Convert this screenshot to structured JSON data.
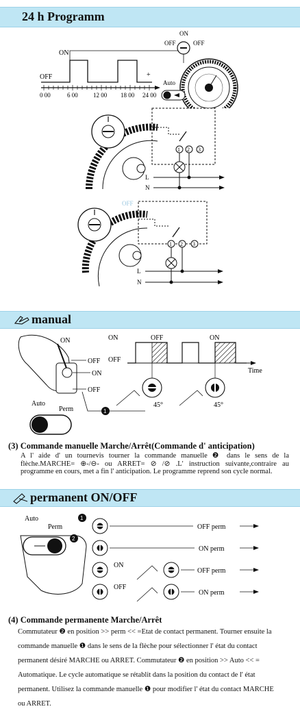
{
  "section1": {
    "title": "24 h Programm",
    "timeline": {
      "on_label": "ON",
      "off_label": "OFF",
      "plus_label": "+",
      "ticks": [
        "0 00",
        "6 00",
        "12 00",
        "18 00",
        "24 00"
      ]
    },
    "dial_labels": {
      "on": "ON",
      "off_left": "OFF",
      "off_right": "OFF",
      "auto": "Auto"
    },
    "circuit_labels": [
      "1",
      "2",
      "3"
    ],
    "line_labels": {
      "l": "L",
      "n": "N"
    },
    "off_faint": "OFF"
  },
  "section2": {
    "title": "manual",
    "hand_labels": [
      "ON",
      "OFF",
      "ON",
      "OFF"
    ],
    "switch_labels": {
      "auto": "Auto",
      "perm": "Perm"
    },
    "callout_number": "1",
    "chart_labels": {
      "on_row": "ON",
      "off_row": "OFF",
      "time": "Time",
      "on_a": "OFF",
      "on_b": "ON"
    },
    "angles": [
      "45°",
      "45°"
    ],
    "heading": "(3) Commande manuelle Marche/Arrêt(Commande d' anticipation)",
    "paragraph": "A l' aide d' un tournevis tourner la commande manuelle ❷ dans le sens de la flèche.MARCHE= ⊕-/⊖- ou ARRET= ⊘ /⊘ .L' instruction suivante,contraire au programme en cours, met a fin l' anticipation. Le programme reprend son cycle normal."
  },
  "section3": {
    "title": "permanent ON/OFF",
    "switch_labels": {
      "auto": "Auto",
      "perm": "Perm"
    },
    "callouts": [
      "1",
      "2"
    ],
    "rows": [
      {
        "label": "OFF perm",
        "dial_text": ""
      },
      {
        "label": "ON perm",
        "dial_text": ""
      },
      {
        "label": "OFF perm",
        "dial_text": "ON"
      },
      {
        "label": "ON perm",
        "dial_text": "OFF"
      }
    ],
    "heading": "(4) Commande permanente Marche/Arrêt",
    "paragraph": "Commutateur ❷ en position >> perm << =Etat de contact permanent. Tourner ensuite la commande manuelle ❶ dans le sens de la flèche pour sélectionner l' état du contact permanent désiré MARCHE ou ARRET. Commutateur ❷ en position >> Auto << = Automatique. Le cycle automatique se rétablit dans la position du contact de l' état permanent. Utilisez la commande manuelle ❶ pour modifier l' état du contact MARCHE ou ARRET."
  }
}
